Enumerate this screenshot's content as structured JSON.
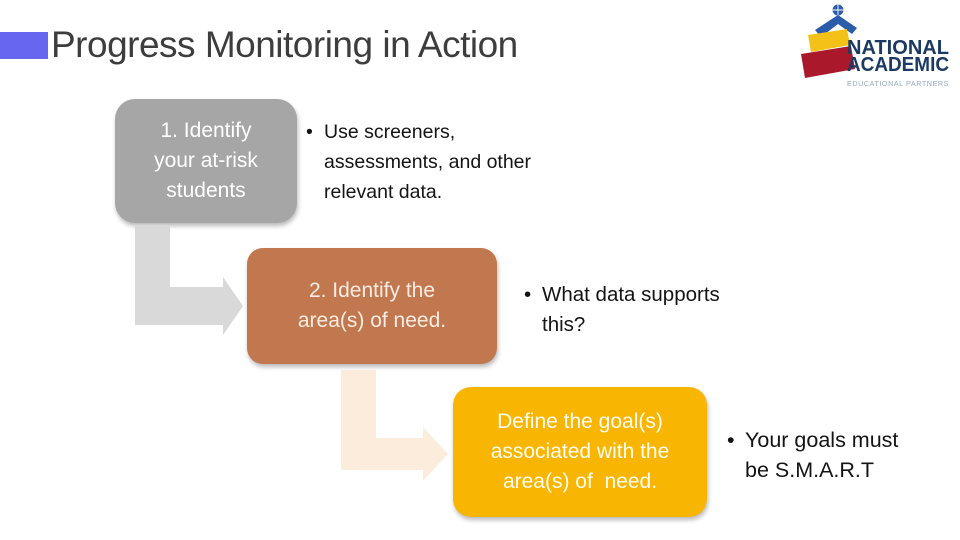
{
  "slide": {
    "title": "Progress Monitoring in Action",
    "title_color": "#3d3d3d",
    "accent_color": "#6666f0",
    "background_color": "#ffffff",
    "body_text_color": "#141414"
  },
  "logo": {
    "name_line1": "NATIONAL",
    "name_line2": "ACADEMIC",
    "tagline": "EDUCATIONAL PARTNERS",
    "colors": {
      "book_blue": "#2a5caa",
      "book_yellow": "#f3c117",
      "book_red": "#aa182c",
      "name_navy": "#1b3a63",
      "tagline_gray": "#93a9c0"
    }
  },
  "bullet_char": "•",
  "steps": [
    {
      "box_label": "1. Identify\nyour at-risk\nstudents",
      "box_color": "#a6a6a6",
      "label_color": "#ffffff",
      "bullet_text": "Use screeners,\nassessments, and other\nrelevant data.",
      "arrow_color": "#d9d9d9"
    },
    {
      "box_label": "2. Identify the\narea(s) of need.",
      "box_color": "#c2784f",
      "label_color": "#f9ece4",
      "bullet_text": "What data supports\nthis?",
      "arrow_color": "#fbecdc"
    },
    {
      "box_label": "Define the goal(s)\nassociated with the\narea(s) of  need.",
      "box_color": "#f8b602",
      "label_color": "#fffcf2",
      "bullet_text": "Your goals must\nbe S.M.A.R.T"
    }
  ]
}
